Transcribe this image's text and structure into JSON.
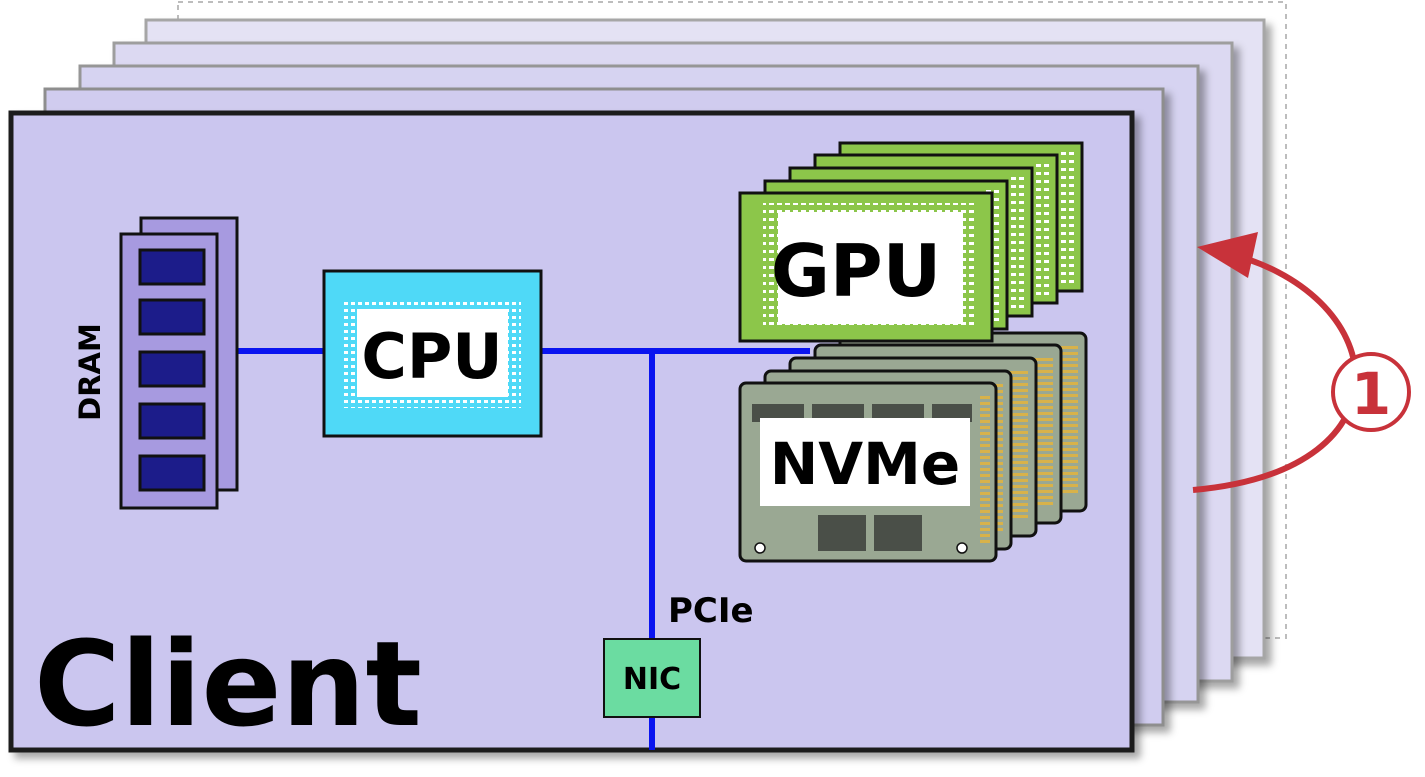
{
  "diagram": {
    "client_label": "Client",
    "dram_label": "DRAM",
    "cpu_label": "CPU",
    "gpu_label": "GPU",
    "nvme_label": "NVMe",
    "pcie_label": "PCIe",
    "nic_label": "NIC",
    "step_label": "1"
  },
  "colors": {
    "client_fill": "#cbc6ef",
    "stack_fill": "#d9d6f2",
    "dram_fill": "#a79ae0",
    "dram_chip": "#1c1c8a",
    "cpu_fill": "#4fd9f7",
    "gpu_fill": "#8cc64a",
    "nvme_fill": "#9aa893",
    "nic_fill": "#6bdca1",
    "bus": "#0a14f0",
    "arrow": "#c8323a"
  }
}
